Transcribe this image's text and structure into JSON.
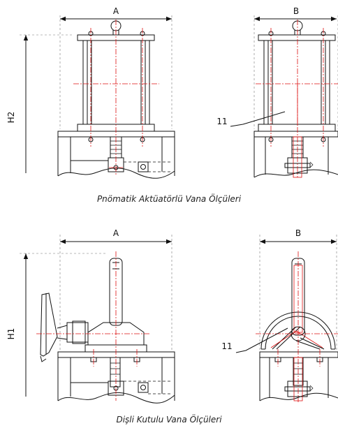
{
  "top_section": {
    "dim_a": "A",
    "dim_b": "B",
    "height_label": "H2",
    "callout": "11",
    "caption": "Pnömatik Aktüatörlü Vana Ölçüleri"
  },
  "bottom_section": {
    "dim_a": "A",
    "dim_b": "B",
    "height_label": "H1",
    "callout": "11",
    "caption": "Dişli Kutulu Vana Ölçüleri"
  },
  "colors": {
    "line": "#111111",
    "centerline": "#dd1111",
    "background": "#ffffff"
  }
}
